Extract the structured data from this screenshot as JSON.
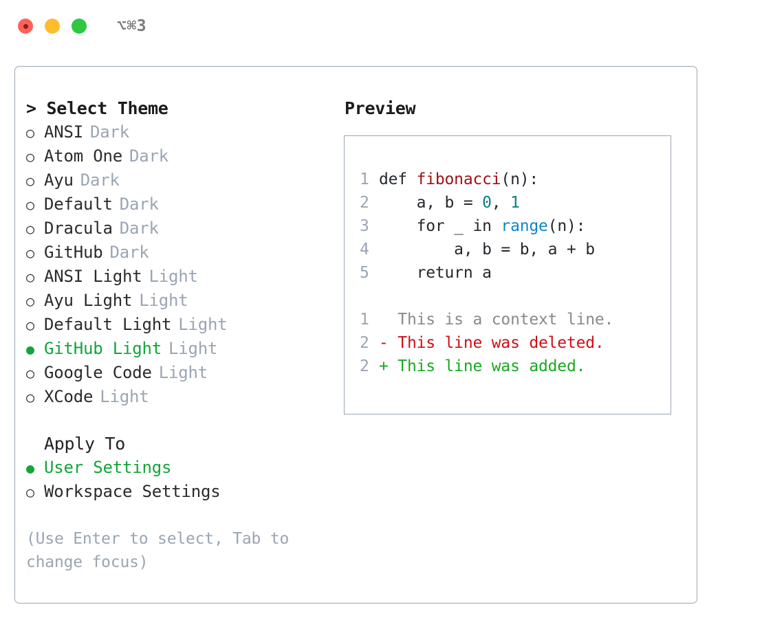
{
  "titlebar": {
    "shortcut": "⌥⌘3",
    "buttons": [
      {
        "name": "close",
        "color": "#ff6159"
      },
      {
        "name": "minimize",
        "color": "#ffbd2e"
      },
      {
        "name": "maximize",
        "color": "#2bc940"
      }
    ]
  },
  "theme_picker": {
    "heading": "> Select Theme",
    "markers": {
      "selected": "●",
      "unselected": "○"
    },
    "selected_color": "#13a53a",
    "tag_color": "#9aa5b4",
    "items": [
      {
        "marker": "○",
        "label": "ANSI",
        "tag": "Dark",
        "selected": false
      },
      {
        "marker": "○",
        "label": "Atom One",
        "tag": "Dark",
        "selected": false
      },
      {
        "marker": "○",
        "label": "Ayu",
        "tag": "Dark",
        "selected": false
      },
      {
        "marker": "○",
        "label": "Default",
        "tag": "Dark",
        "selected": false
      },
      {
        "marker": "○",
        "label": "Dracula",
        "tag": "Dark",
        "selected": false
      },
      {
        "marker": "○",
        "label": "GitHub",
        "tag": "Dark",
        "selected": false
      },
      {
        "marker": "○",
        "label": "ANSI Light",
        "tag": "Light",
        "selected": false
      },
      {
        "marker": "○",
        "label": "Ayu Light",
        "tag": "Light",
        "selected": false
      },
      {
        "marker": "○",
        "label": "Default Light",
        "tag": "Light",
        "selected": false
      },
      {
        "marker": "●",
        "label": "GitHub Light",
        "tag": "Light",
        "selected": true
      },
      {
        "marker": "○",
        "label": "Google Code",
        "tag": "Light",
        "selected": false
      },
      {
        "marker": "○",
        "label": "XCode",
        "tag": "Light",
        "selected": false
      }
    ]
  },
  "apply_to": {
    "heading": "Apply To",
    "items": [
      {
        "marker": "●",
        "label": "User Settings",
        "selected": true
      },
      {
        "marker": "○",
        "label": "Workspace Settings",
        "selected": false
      }
    ]
  },
  "hint": "(Use Enter to select, Tab to change focus)",
  "preview": {
    "heading": "Preview",
    "code_lines": [
      {
        "number": "1",
        "tokens": [
          {
            "text": "def ",
            "type": "plain"
          },
          {
            "text": "fibonacci",
            "type": "fn"
          },
          {
            "text": "(n):",
            "type": "plain"
          }
        ]
      },
      {
        "number": "2",
        "tokens": [
          {
            "text": "    a, b = ",
            "type": "plain"
          },
          {
            "text": "0",
            "type": "num"
          },
          {
            "text": ", ",
            "type": "plain"
          },
          {
            "text": "1",
            "type": "num"
          }
        ]
      },
      {
        "number": "3",
        "tokens": [
          {
            "text": "    for _ in ",
            "type": "plain"
          },
          {
            "text": "range",
            "type": "call"
          },
          {
            "text": "(n):",
            "type": "plain"
          }
        ]
      },
      {
        "number": "4",
        "tokens": [
          {
            "text": "        a, b = b, a + b",
            "type": "plain"
          }
        ]
      },
      {
        "number": "5",
        "tokens": [
          {
            "text": "    return a",
            "type": "plain"
          }
        ]
      }
    ],
    "diff_lines": [
      {
        "number": "1",
        "sign": "  ",
        "text": "This is a context line.",
        "type": "context"
      },
      {
        "number": "2",
        "sign": "- ",
        "text": "This line was deleted.",
        "type": "deleted"
      },
      {
        "number": "2",
        "sign": "+ ",
        "text": "This line was added.",
        "type": "added"
      }
    ],
    "colors": {
      "function": "#9b1218",
      "number": "#0a7f7f",
      "call": "#1184c7",
      "text": "#24292e",
      "line_number": "#9aa5b4",
      "diff_context": "#8a8a8a",
      "diff_deleted": "#cc0f17",
      "diff_added": "#17a91f"
    }
  }
}
